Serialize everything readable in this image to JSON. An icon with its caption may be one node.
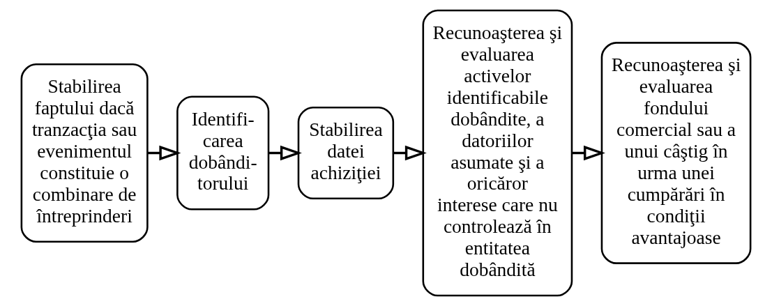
{
  "diagram": {
    "nodes": [
      {
        "text": [
          "Stabilirea faptului dacă tranzacţia sau evenimentul constituie o combinare de întreprinderi"
        ]
      },
      {
        "text": [
          "Identifi- carea dobândi- torului"
        ]
      },
      {
        "text": [
          "Stabilirea datei achiziţiei"
        ]
      },
      {
        "text": [
          "Recunoaşterea şi evaluarea activelor identificabile dobândite, a datoriilor asumate şi a oricăror interese care nu controlează în entitatea dobândită"
        ]
      },
      {
        "text": [
          "Recunoaşterea şi evaluarea fondului comercial sau a unui câştig în urma unei cumpărări în condiţii avantajoase"
        ]
      }
    ],
    "edges": [
      {
        "from": 0,
        "to": 1,
        "arrow": "to"
      },
      {
        "from": 1,
        "to": 2,
        "arrow": "to"
      },
      {
        "from": 2,
        "to": 3,
        "arrow": "to"
      },
      {
        "from": 3,
        "to": 4,
        "arrow": "to"
      }
    ]
  }
}
